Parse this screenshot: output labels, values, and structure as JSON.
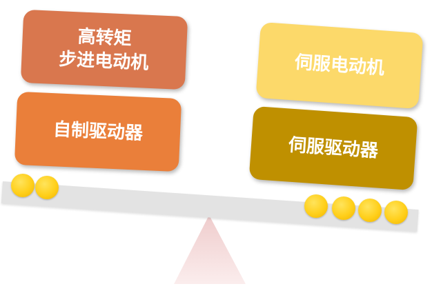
{
  "left_stack": {
    "top_label": "高转矩\n步进电动机",
    "bottom_label": "自制驱动器",
    "top_color": "#d9774e",
    "bottom_color": "#ea7f3a",
    "coins": 2
  },
  "right_stack": {
    "top_label": "伺服电动机",
    "bottom_label": "伺服驱动器",
    "top_color": "#fcd96a",
    "bottom_color": "#bf9000",
    "coins": 4
  },
  "colors": {
    "coin": "#ffcf1a",
    "beam": "#e3e3e3",
    "fulcrum": "#f3dede"
  }
}
